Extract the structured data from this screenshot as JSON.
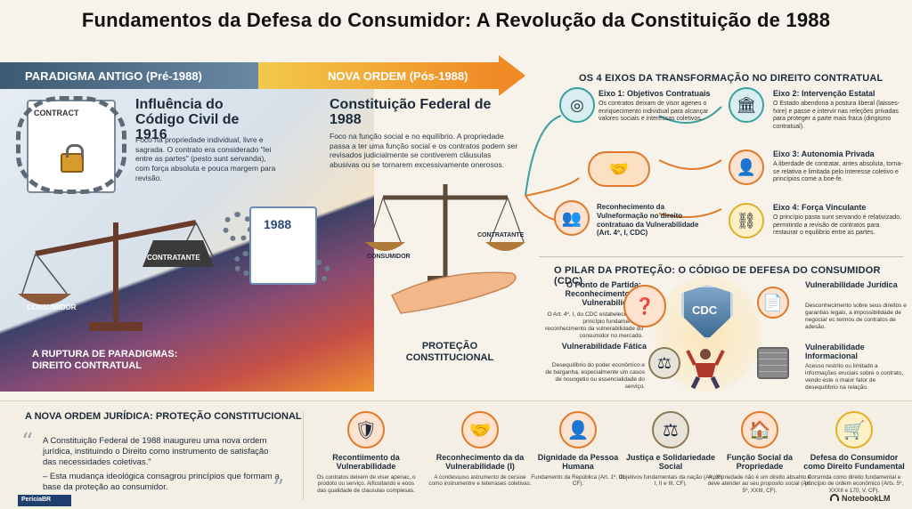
{
  "title": "Fundamentos da Defesa do Consumidor: A Revolução da Constituição de 1988",
  "band": {
    "old": "PARADIGMA ANTIGO (Pré-1988)",
    "new": "NOVA ORDEM (Pós-1988)"
  },
  "left": {
    "contract_label": "CONTRACT",
    "title": "Influência do Código Civil de 1916",
    "text": "Foco na propriedade individual, livre e sagrada. O contrato era considerado \"lei entre as partes\" (pesto sunt servanda), com força absoluta e pouca margem para revisão.",
    "scale_left": "CONSUMIDOR",
    "scale_right": "CONTRATANTE",
    "ruptura_1": "A RUPTURA DE PARADIGMAS:",
    "ruptura_2": "DIREITO CONTRATUAL"
  },
  "center": {
    "doc_label": "1988",
    "title": "Constituição Federal de 1988",
    "text": "Foco na função social e no equilíbrio. A propriedade passa a ter uma função social e os contratos podem ser revisados judicialmente se contiverem cláusulas abusivas ou se tornarem excessivamente onerosos.",
    "scale_left": "CONSUMIDOR",
    "scale_right": "CONTRATANTE",
    "protecao_1": "PROTEÇÃO",
    "protecao_2": "CONSTITUCIONAL"
  },
  "eixos": {
    "head": "OS 4 EIXOS DA TRANSFORMAÇÃO NO DIREITO CONTRATUAL",
    "items": [
      {
        "title": "Eixo 1: Objetivos Contratuais",
        "text": "Os contratos deixam de visor agenes o enriquecimento individual para alcançar valores sociais e interessas coletivos."
      },
      {
        "title": "Eixo 2: Intervenção Estatal",
        "text": "O Estado abendona a postura liberal (laisses-fxire) e passe e intervir nas releções privadas para proteger a parte mais fraca (dirigismo contratual)."
      },
      {
        "title": "Eixo 3: Autonomia Privada",
        "text": "A liberdade de contratar, antes absoluta, torna-se relativa e limitada pelo interesse coletivo e princípios come a boe-fe."
      },
      {
        "title": "Eixo 4: Força Vinculante",
        "text": "O princípio pasta sunt servando é relativizado, permitindo a revisão de contratos para restaurar o equilibrio entre as partes."
      }
    ],
    "center_text": "Reconhecimento da Vulneformação no direito contratuao da Vulnerabilidade (Art. 4º, I, CDC)"
  },
  "cdc": {
    "head": "O PILAR DA PROTEÇÃO: O CÓDIGO DE DEFESA DO CONSUMIDOR (CDC)",
    "shield_label": "CDC",
    "ponto_title": "O Ponto de Partida: Reconhecimento da Vulnerabilidade",
    "ponto_text": "O Art. 4º, I, do CDC estabelece como princípio fundamental o reconhecimento da vulnerabilidade do consumidor no mercado.",
    "fatica_title": "Vulnerabilidade Fática",
    "fatica_text": "Desequilíbrio do poder econômico e de barganha, especialmente um casos de nouogetio ou essencialidade do serviço.",
    "juridica_title": "Vulnerabilidade Jurídica",
    "juridica_text": "Desconhecimento sobre seus direitos e garantias legais, a impossibilidade de negociar ec termos de contratos de adesão.",
    "informacional_title": "Vulnerabilidade Informacional",
    "informacional_text": "Acesso restrito ou limitado a informações eruciais sobre o contrato, vendo este o maior fator de desequilíbrio na relação."
  },
  "bottom": {
    "head": "A NOVA ORDEM JURÍDICA: PROTEÇÃO CONSTITUCIONAL",
    "quote": "A Constituição Federal de 1988 inaugureu uma nova ordem jurídica, instituindo o Direito como instrumento de satisfação das necessidades coletivas.\"",
    "quote_sub": "– Esta mudança ideológica consagrou princípios que formam a base da proteção ao consumidor.",
    "logo": "PericiaBR",
    "pillars": [
      {
        "title": "Recontiimento da Vulnerabilidade",
        "text": "Os contratos deixem de viser apenac, o prodoto ou serviço. Aificoitando e eoos das qualidade de clausulas complesas."
      },
      {
        "title": "Reconhecimento da da Vulnerabilidade (I)",
        "text": "A condessuso astrumento de cersioe como instrumentre e teterrases coletivas."
      },
      {
        "title": "Dignidade da Pessoa Humana",
        "text": "Fundamento da República (Art. 1º, III, CF)."
      },
      {
        "title": "Justiça e Solidariedade Social",
        "text": "Objetivos fundamentais da nação (Art. 3º, I, II e III, CF)."
      },
      {
        "title": "Função Social da Propriedade",
        "text": "A propriedade não é um direito absahto e deve atender ao seu proposito social (Art. 5º, XXIII, CF)."
      },
      {
        "title": "Defesa do Consumidor como Direito Fundamental",
        "text": "Corsmida como direito fundamental e princípio de ordem econômico (Arts. 5º, XXXII e 170, V, CF)."
      }
    ],
    "brand": "NotebookLM"
  },
  "colors": {
    "accent_orange": "#f08a24",
    "navy": "#1d2a3a",
    "slate": "#3d5a73"
  }
}
